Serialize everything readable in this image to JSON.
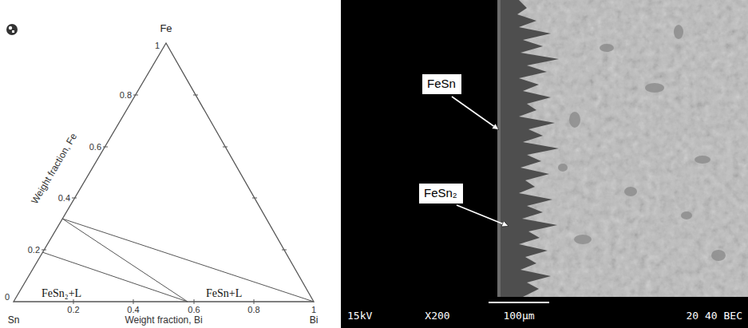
{
  "diagram": {
    "nodes": [
      {
        "text": [
          "FeSn"
        ]
      },
      {
        "text": [
          "FeSn₂"
        ]
      }
    ],
    "labels": [
      "Fe",
      "1",
      "0.8",
      "0.6",
      "0.4",
      "0.2",
      "0",
      "Weight fraction, Fe",
      "Sn",
      "0.2",
      "0.4",
      "0.6",
      "0.8",
      "1",
      "Weight fraction, Bi",
      "Bi",
      "FeSn₂+L",
      "FeSn+L",
      "15kV",
      "X200",
      "100μm",
      "20 40 BEC"
    ]
  }
}
